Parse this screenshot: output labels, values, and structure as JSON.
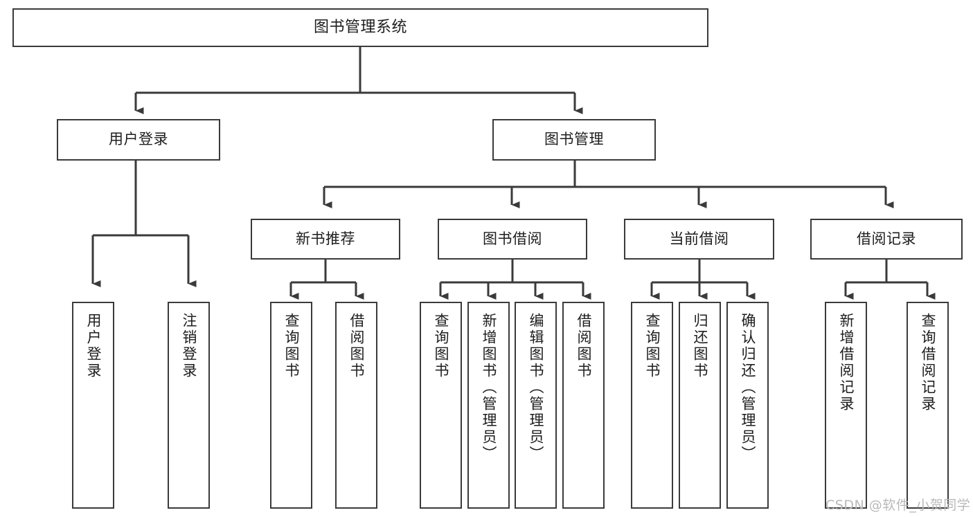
{
  "diagram": {
    "title": "图书管理系统",
    "type": "功能结构图",
    "watermark": "CSDN @软件_小贺同学",
    "colors": {
      "background": "#ffffff",
      "node_border": "#3a3a3a",
      "node_fill": "#ffffff",
      "text": "#1d1d1d",
      "edge": "#3a3a3a",
      "watermark": "#b9b9b9"
    }
  },
  "nodes": {
    "root": {
      "label": "图书管理系统"
    },
    "level2": [
      {
        "label": "用户登录"
      },
      {
        "label": "图书管理"
      }
    ],
    "level3": [
      {
        "label": "新书推荐"
      },
      {
        "label": "图书借阅"
      },
      {
        "label": "当前借阅"
      },
      {
        "label": "借阅记录"
      }
    ],
    "leaves": {
      "user_login": [
        {
          "label": "用户登录"
        },
        {
          "label": "注销登录"
        }
      ],
      "new_book": [
        {
          "label": "查询图书"
        },
        {
          "label": "借阅图书"
        }
      ],
      "book_borrow": [
        {
          "label": "查询图书"
        },
        {
          "label": "新增图书（管理员）"
        },
        {
          "label": "编辑图书（管理员）"
        },
        {
          "label": "借阅图书"
        }
      ],
      "current_borrow": [
        {
          "label": "查询图书"
        },
        {
          "label": "归还图书"
        },
        {
          "label": "确认归还（管理员）"
        }
      ],
      "borrow_record": [
        {
          "label": "新增借阅记录"
        },
        {
          "label": "查询借阅记录"
        }
      ]
    }
  }
}
